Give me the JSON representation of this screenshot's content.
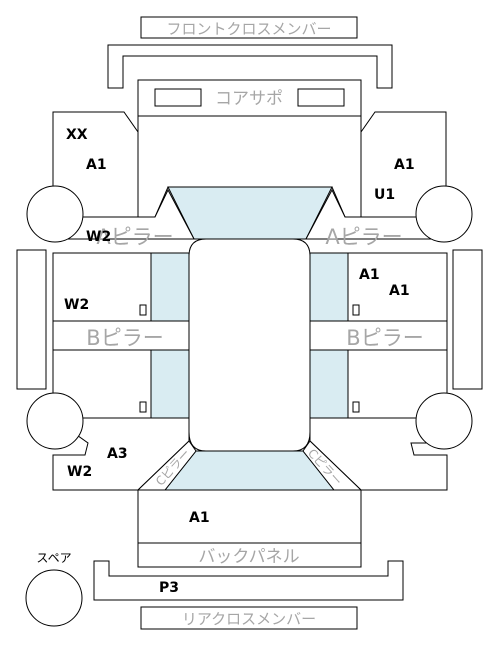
{
  "colors": {
    "glass": "#d9ecf2",
    "line": "#000000",
    "panel_label": "#a6a6a6",
    "damage_code": "#000000"
  },
  "panels": {
    "front_cross_member": "フロントクロスメンバー",
    "core_support": "コアサポ",
    "a_pillar_left": "Aピラー",
    "a_pillar_right": "Aピラー",
    "b_pillar_left": "Bピラー",
    "b_pillar_right": "Bピラー",
    "c_pillar_left": "Cピラー",
    "c_pillar_right": "Cピラー",
    "back_panel": "バックパネル",
    "rear_cross_member": "リアクロスメンバー",
    "spare": "スペア"
  },
  "damage_codes": {
    "front_left_fender_1": "XX",
    "front_left_fender_2": "A1",
    "front_right_fender_1": "A1",
    "front_right_fender_2": "U1",
    "front_left_wheel_area": "W2",
    "left_front_door": "W2",
    "right_front_door_1": "A1",
    "right_front_door_2": "A1",
    "left_rear_quarter_1": "A3",
    "left_rear_quarter_2": "W2",
    "trunk": "A1",
    "rear_cross_member": "P3"
  }
}
